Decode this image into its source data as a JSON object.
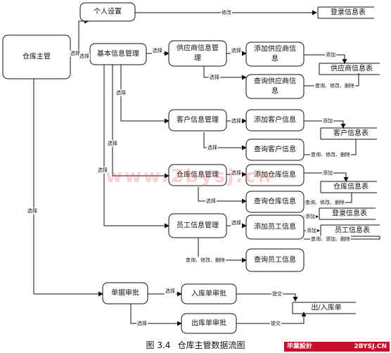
{
  "figure_caption": {
    "number": "图 3.4",
    "title": "仓库主管数据流图"
  },
  "nodes": {
    "warehouse_manager": "仓库主管",
    "personal_settings": "个人设置",
    "login_table_top": "登录信息表",
    "basic_info_mgmt": "基本信息管理",
    "supplier_mgmt_l1": "供应商信息管",
    "supplier_mgmt_l2": "理",
    "add_supplier_l1": "添加供应商信",
    "add_supplier_l2": "息",
    "query_supplier_l1": "查询供应商信",
    "query_supplier_l2": "息",
    "supplier_table": "供应商信息表",
    "customer_mgmt": "客户信息管理",
    "add_customer": "添加客户信息",
    "query_customer": "查询客户信息",
    "customer_table": "客户信息表",
    "warehouse_mgmt": "仓库信息管理",
    "add_warehouse": "添加仓库信息",
    "query_warehouse": "查询仓库信息",
    "warehouse_table": "仓库信息表",
    "employee_mgmt": "员工信息管理",
    "add_employee": "添加员工信息",
    "query_employee": "查询员工信息",
    "login_table_emp": "登录信息表",
    "employee_table": "员工信息表",
    "doc_approval": "单据审批",
    "inbound_approval": "入库单审批",
    "outbound_approval": "出库单审批",
    "io_table": "出/入库单"
  },
  "edge_labels": {
    "modify": "修改",
    "select": "选择",
    "add": "添加",
    "query_modify_delete": "查询、修改、删除",
    "query_add_delete": "查询、添加、删除",
    "submit": "提交"
  },
  "watermark": "www.2bysj.cn",
  "logo": {
    "name": "毕業設計",
    "site": "2BYSJ.CN"
  }
}
